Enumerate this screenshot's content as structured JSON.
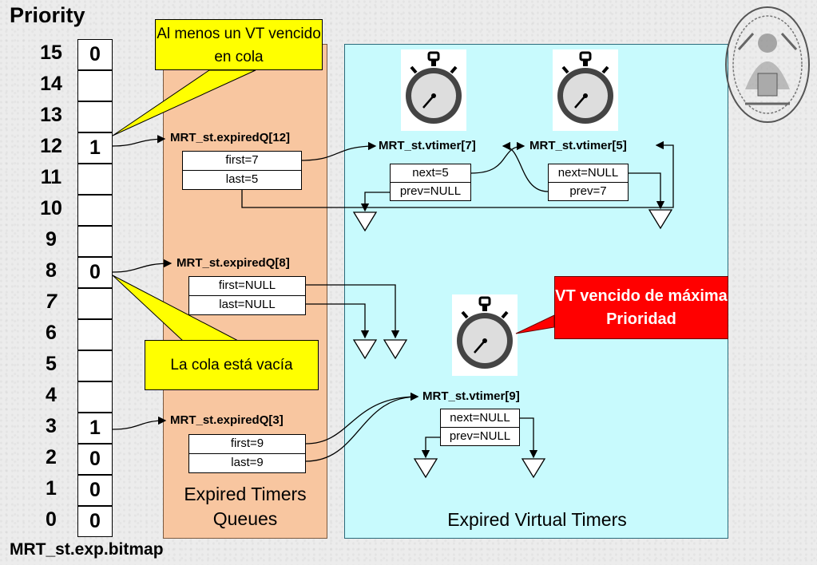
{
  "priority_title": "Priority",
  "bitmap_caption": "MRT_st.exp.bitmap",
  "rows": [
    {
      "priority": "15",
      "bit": "0"
    },
    {
      "priority": "14",
      "bit": ""
    },
    {
      "priority": "13",
      "bit": ""
    },
    {
      "priority": "12",
      "bit": "1"
    },
    {
      "priority": "11",
      "bit": ""
    },
    {
      "priority": "10",
      "bit": ""
    },
    {
      "priority": "9",
      "bit": ""
    },
    {
      "priority": "8",
      "bit": "0"
    },
    {
      "priority": "7",
      "bit": ""
    },
    {
      "priority": "6",
      "bit": ""
    },
    {
      "priority": "5",
      "bit": ""
    },
    {
      "priority": "4",
      "bit": ""
    },
    {
      "priority": "3",
      "bit": "1"
    },
    {
      "priority": "2",
      "bit": "0"
    },
    {
      "priority": "1",
      "bit": "0"
    },
    {
      "priority": "0",
      "bit": "0"
    }
  ],
  "queues_panel_label": "Expired Timers Queues",
  "vt_panel_label": "Expired Virtual Timers",
  "queues": [
    {
      "title": "MRT_st.expiredQ[12]",
      "first": "first=7",
      "last": "last=5"
    },
    {
      "title": "MRT_st.expiredQ[8]",
      "first": "first=NULL",
      "last": "last=NULL"
    },
    {
      "title": "MRT_st.expiredQ[3]",
      "first": "first=9",
      "last": "last=9"
    }
  ],
  "vtimers": [
    {
      "title": "MRT_st.vtimer[7]",
      "next": "next=5",
      "prev": "prev=NULL"
    },
    {
      "title": "MRT_st.vtimer[5]",
      "next": "next=NULL",
      "prev": "prev=7"
    },
    {
      "title": "MRT_st.vtimer[9]",
      "next": "next=NULL",
      "prev": "prev=NULL"
    }
  ],
  "callout_top": "Al menos un VT vencido en cola",
  "callout_empty": "La cola está vacía",
  "callout_red": "VT vencido de máxima Prioridad",
  "colors": {
    "queues_panel": "#f8c6a0",
    "vt_panel": "#c8fafd",
    "callout_yellow": "#ffff00",
    "callout_red": "#ff0000"
  },
  "icons": [
    "stopwatch-icon",
    "university-seal-logo"
  ]
}
